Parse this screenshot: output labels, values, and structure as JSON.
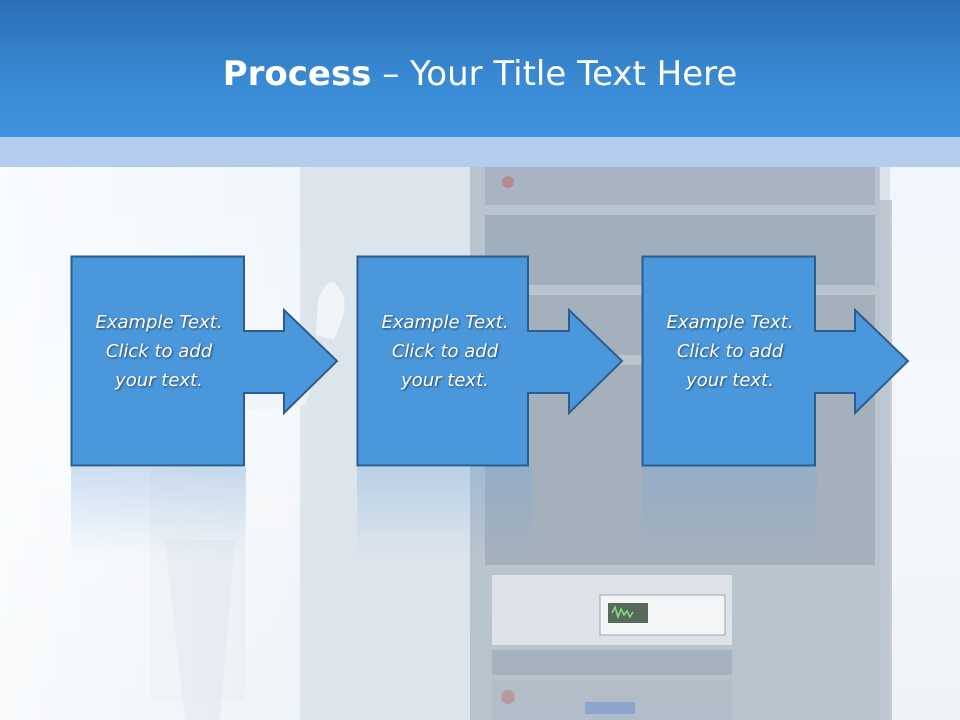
{
  "slide": {
    "title_bold": "Process",
    "title_rest": " – Your Title Text Here"
  },
  "steps": [
    {
      "text": "Example Text.\nClick  to add\nyour text."
    },
    {
      "text": "Example Text.\nClick  to add\nyour text."
    },
    {
      "text": "Example Text.\nClick  to add\nyour text."
    }
  ],
  "colors": {
    "header": "#3a8ad4",
    "header_strip": "#b4cdee",
    "box_fill": "#4a97dc",
    "box_stroke": "#2b5d8e"
  }
}
